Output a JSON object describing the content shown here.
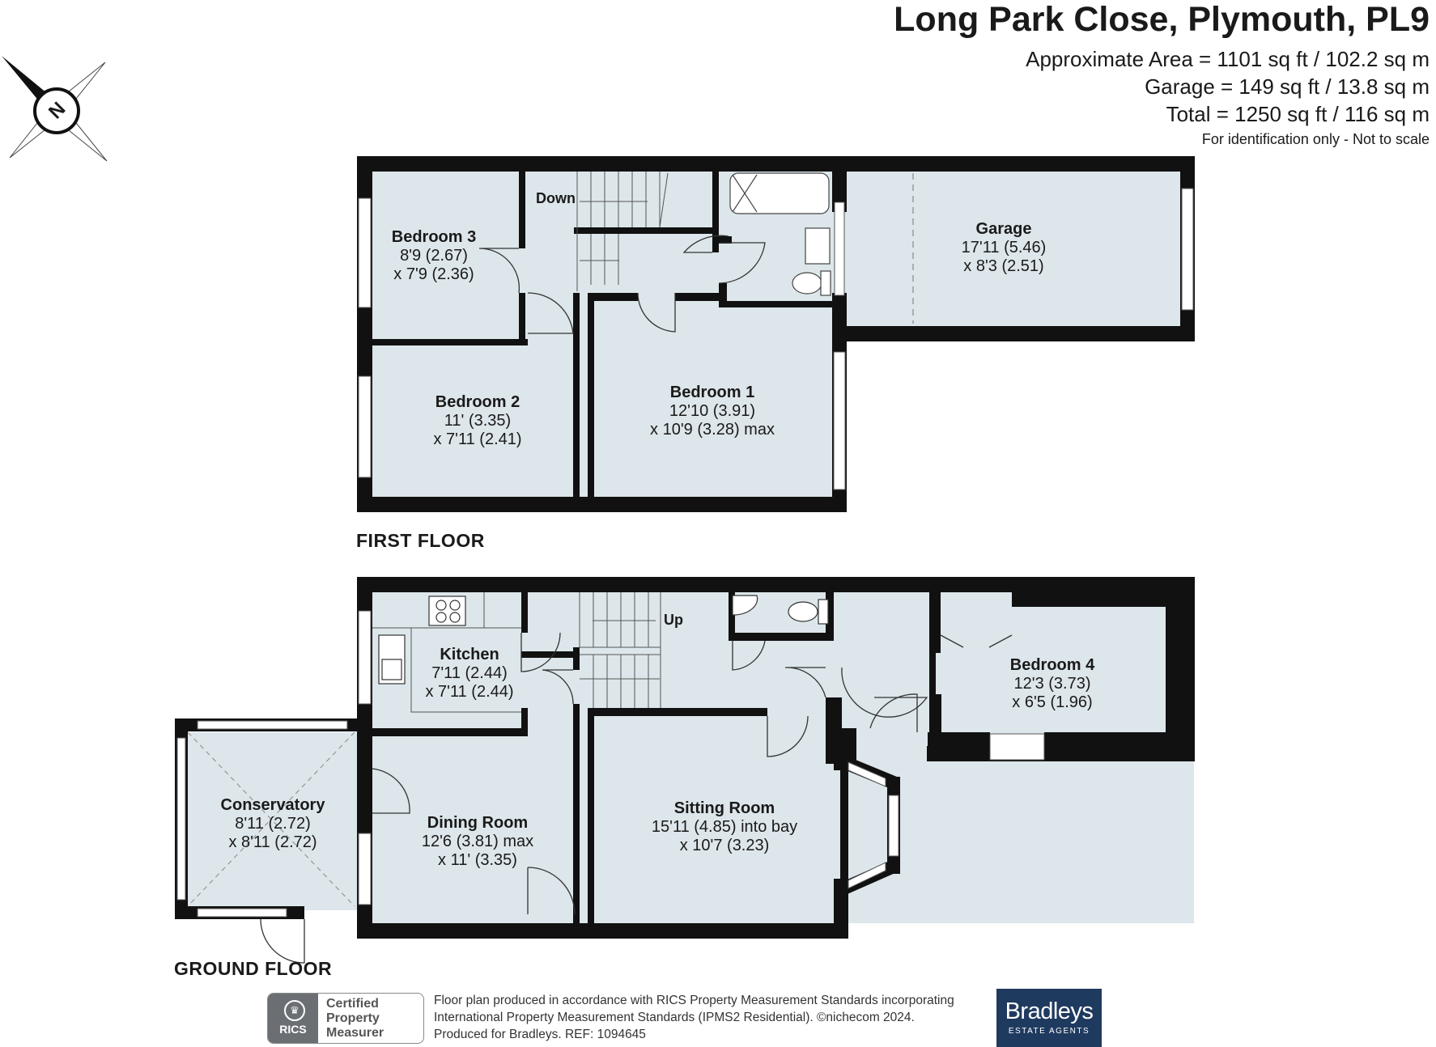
{
  "header": {
    "title": "Long Park Close, Plymouth, PL9",
    "area_approx": "Approximate Area = 1101 sq ft / 102.2 sq m",
    "area_garage": "Garage = 149 sq ft / 13.8 sq m",
    "area_total": "Total = 1250 sq ft / 116 sq m",
    "note": "For identification only - Not to scale"
  },
  "compass": {
    "letter": "N",
    "icon": "compass-rose-icon"
  },
  "first_floor": {
    "label": "FIRST FLOOR",
    "stairs_label": "Down",
    "rooms": {
      "bedroom3": {
        "name": "Bedroom 3",
        "dim1": "8'9 (2.67)",
        "dim2": "x 7'9 (2.36)"
      },
      "bedroom2": {
        "name": "Bedroom 2",
        "dim1": "11' (3.35)",
        "dim2": "x 7'11 (2.41)"
      },
      "bedroom1": {
        "name": "Bedroom 1",
        "dim1": "12'10 (3.91)",
        "dim2": "x 10'9 (3.28) max"
      },
      "garage": {
        "name": "Garage",
        "dim1": "17'11 (5.46)",
        "dim2": "x 8'3 (2.51)"
      }
    }
  },
  "ground_floor": {
    "label": "GROUND FLOOR",
    "stairs_label": "Up",
    "rooms": {
      "kitchen": {
        "name": "Kitchen",
        "dim1": "7'11 (2.44)",
        "dim2": "x 7'11 (2.44)"
      },
      "bedroom4": {
        "name": "Bedroom 4",
        "dim1": "12'3 (3.73)",
        "dim2": "x 6'5 (1.96)"
      },
      "conservatory": {
        "name": "Conservatory",
        "dim1": "8'11 (2.72)",
        "dim2": "x 8'11 (2.72)"
      },
      "dining": {
        "name": "Dining Room",
        "dim1": "12'6 (3.81) max",
        "dim2": "x 11' (3.35)"
      },
      "sitting": {
        "name": "Sitting Room",
        "dim1": "15'11 (4.85) into bay",
        "dim2": "x 10'7 (3.23)"
      }
    }
  },
  "footer": {
    "line1": "Floor plan produced in accordance with RICS Property Measurement Standards incorporating",
    "line2": "International Property Measurement Standards (IPMS2 Residential).   ©nichecom 2024.",
    "line3": "Produced for Bradleys.   REF:  1094645",
    "rics_text": "RICS",
    "rics_cert": "Certified Property Measurer",
    "brand_name": "Bradleys",
    "brand_sub": "ESTATE AGENTS"
  },
  "colors": {
    "floor": "#dde6ea",
    "wall": "#111111",
    "window": "#ffffff",
    "brand": "#1f3a5f"
  }
}
